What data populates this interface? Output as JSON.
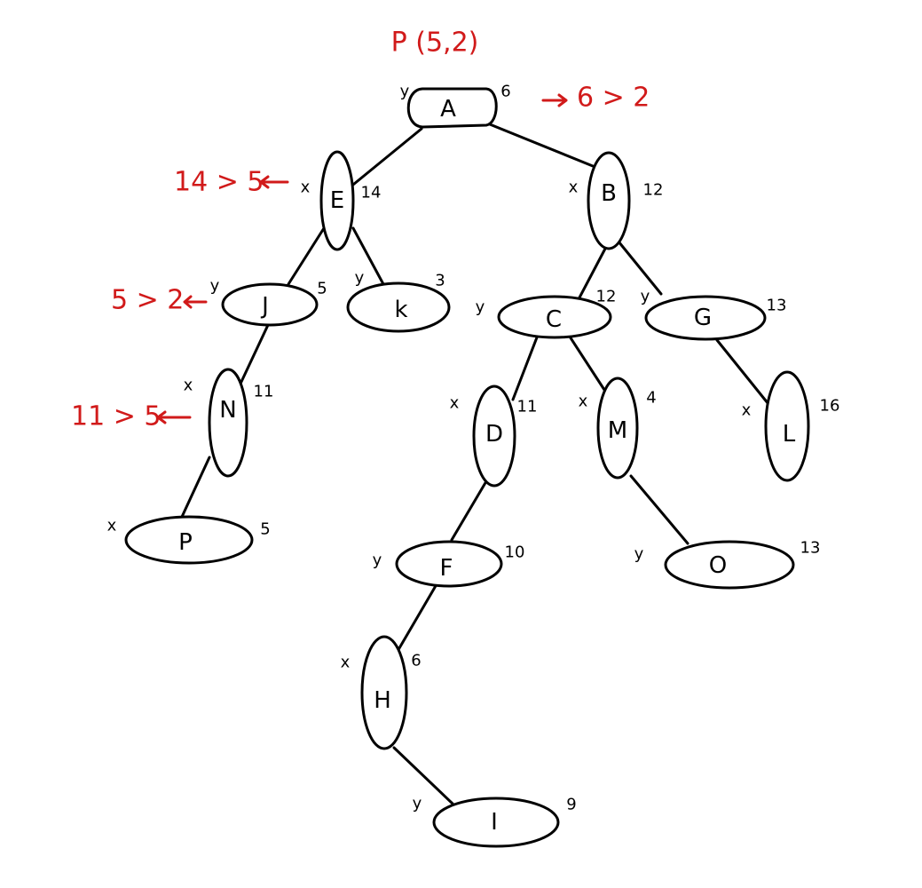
{
  "title": "P (5,2)",
  "colors": {
    "ink": "#000000",
    "annotation": "#d11a1a"
  },
  "nodes": {
    "A": {
      "label": "A",
      "axis": "y",
      "value": "6"
    },
    "E": {
      "label": "E",
      "axis": "x",
      "value": "14"
    },
    "B": {
      "label": "B",
      "axis": "x",
      "value": "12"
    },
    "J": {
      "label": "J",
      "axis": "y",
      "value": "5"
    },
    "K": {
      "label": "k",
      "axis": "y",
      "value": "3"
    },
    "C": {
      "label": "C",
      "axis": "y",
      "value": "12"
    },
    "G": {
      "label": "G",
      "axis": "y",
      "value": "13"
    },
    "N": {
      "label": "N",
      "axis": "x",
      "value": "11"
    },
    "D": {
      "label": "D",
      "axis": "x",
      "value": "11"
    },
    "M": {
      "label": "M",
      "axis": "x",
      "value": "4"
    },
    "L": {
      "label": "L",
      "axis": "x",
      "value": "16"
    },
    "P": {
      "label": "P",
      "axis": "x",
      "value": "5"
    },
    "F": {
      "label": "F",
      "axis": "y",
      "value": "10"
    },
    "O": {
      "label": "O",
      "axis": "y",
      "value": "13"
    },
    "H": {
      "label": "H",
      "axis": "x",
      "value": "6"
    },
    "I": {
      "label": "I",
      "axis": "y",
      "value": "9"
    }
  },
  "annotations": {
    "a": "6 > 2",
    "e": "14 > 5",
    "j": "5 > 2",
    "n": "11 > 5"
  }
}
